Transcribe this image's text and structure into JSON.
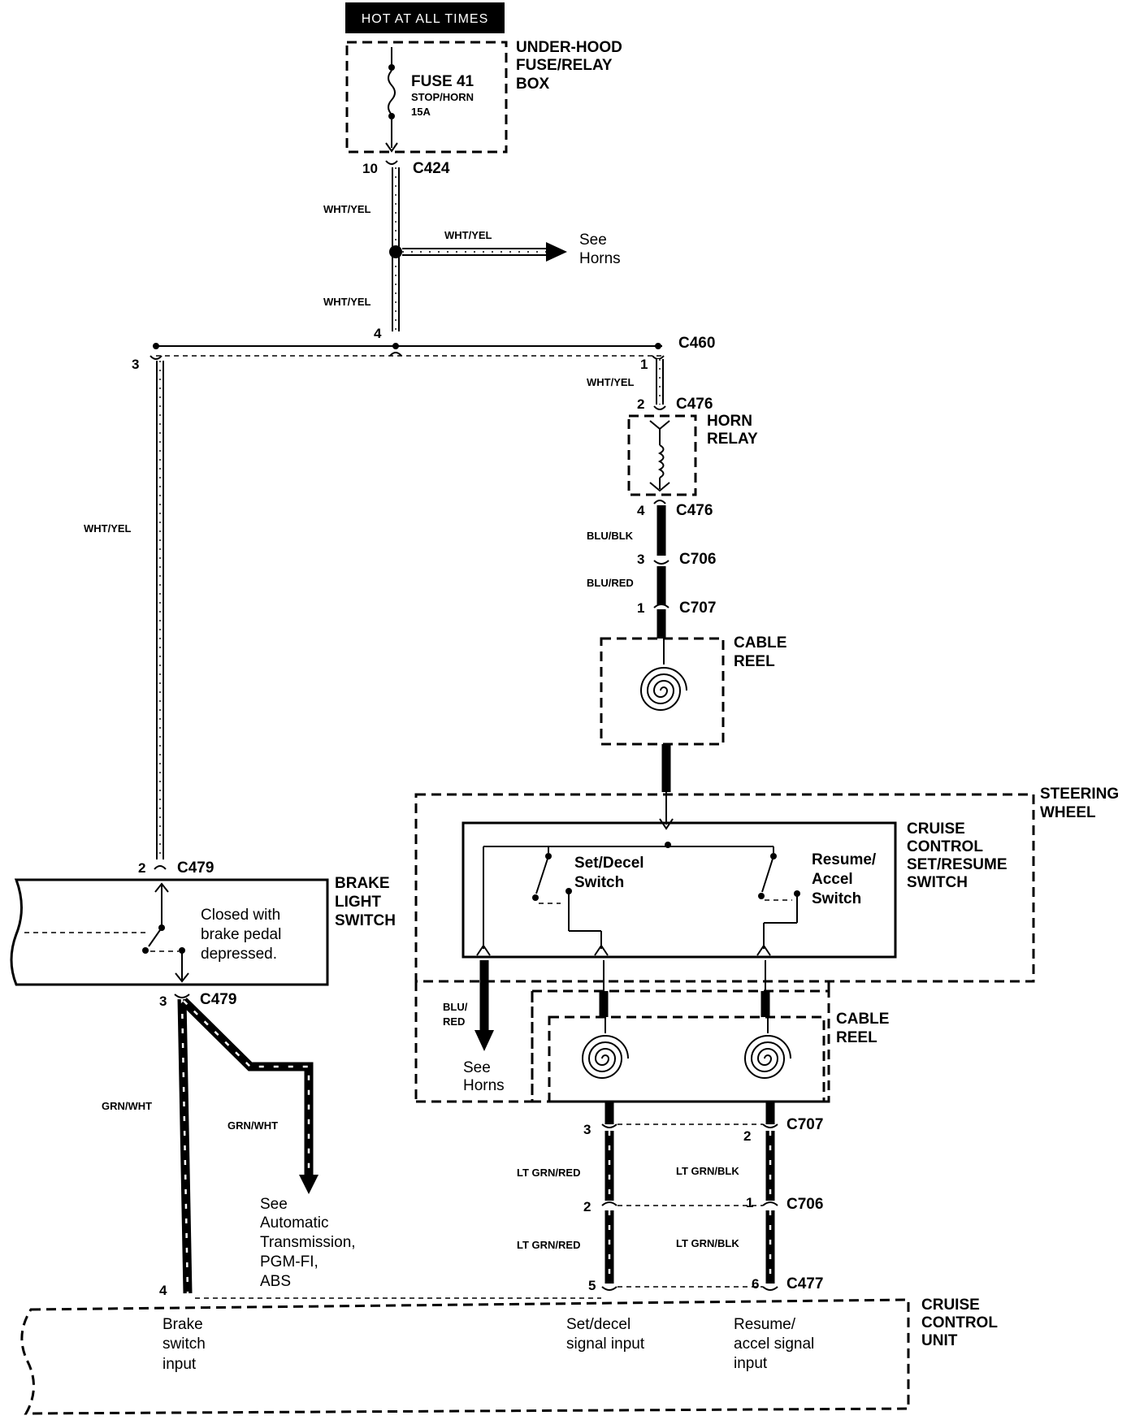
{
  "header": {
    "hot_label": "HOT AT ALL TIMES"
  },
  "components": {
    "fuse_box": "UNDER-HOOD FUSE/RELAY BOX",
    "fuse_box_lines": [
      "UNDER-HOOD",
      "FUSE/RELAY",
      "BOX"
    ],
    "fuse_name": "FUSE 41",
    "fuse_desc": "STOP/HORN",
    "fuse_rating": "15A",
    "horn_relay_lines": [
      "HORN",
      "RELAY"
    ],
    "cable_reel_lines": [
      "CABLE",
      "REEL"
    ],
    "steering_wheel_lines": [
      "STEERING",
      "WHEEL"
    ],
    "cruise_switch_lines": [
      "CRUISE",
      "CONTROL",
      "SET/RESUME",
      "SWITCH"
    ],
    "set_decel_lines": [
      "Set/Decel",
      "Switch"
    ],
    "resume_accel_lines": [
      "Resume/",
      "Accel",
      "Switch"
    ],
    "brake_switch_lines": [
      "BRAKE",
      "LIGHT",
      "SWITCH"
    ],
    "brake_note_lines": [
      "Closed with",
      "brake pedal",
      "depressed."
    ],
    "cruise_unit_lines": [
      "CRUISE",
      "CONTROL",
      "UNIT"
    ],
    "input_brake_lines": [
      "Brake",
      "switch",
      "input"
    ],
    "input_set_lines": [
      "Set/decel",
      "signal input"
    ],
    "input_resume_lines": [
      "Resume/",
      "accel signal",
      "input"
    ]
  },
  "connectors": {
    "c424": "C424",
    "c460": "C460",
    "c476": "C476",
    "c706": "C706",
    "c707": "C707",
    "c479": "C479",
    "c477": "C477"
  },
  "pins": {
    "p10": "10",
    "p4": "4",
    "p3": "3",
    "p1": "1",
    "p2": "2",
    "p5": "5",
    "p6": "6"
  },
  "wires": {
    "wht_yel": "WHT/YEL",
    "blu_blk": "BLU/BLK",
    "blu_red": "BLU/RED",
    "blu_red_lines": [
      "BLU/",
      "RED"
    ],
    "grn_wht": "GRN/WHT",
    "lt_grn_red": "LT GRN/RED",
    "lt_grn_blk": "LT GRN/BLK"
  },
  "references": {
    "see_horns_lines": [
      "See",
      "Horns"
    ],
    "see_auto_lines": [
      "See",
      "Automatic",
      "Transmission,",
      "PGM-FI,",
      "ABS"
    ]
  }
}
